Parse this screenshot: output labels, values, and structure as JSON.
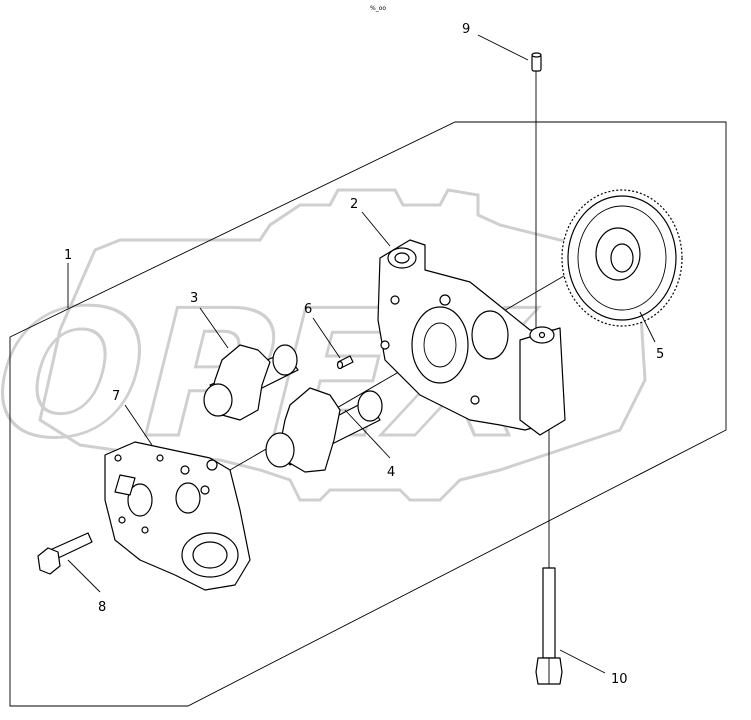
{
  "header": {
    "mark": "%_oo"
  },
  "watermark": {
    "text": "OPEX",
    "color": "#cfcfcf"
  },
  "callouts": [
    {
      "id": "1",
      "label": "1"
    },
    {
      "id": "2",
      "label": "2"
    },
    {
      "id": "3",
      "label": "3"
    },
    {
      "id": "4",
      "label": "4"
    },
    {
      "id": "5",
      "label": "5"
    },
    {
      "id": "6",
      "label": "6"
    },
    {
      "id": "7",
      "label": "7"
    },
    {
      "id": "8",
      "label": "8"
    },
    {
      "id": "9",
      "label": "9"
    },
    {
      "id": "10",
      "label": "10"
    }
  ]
}
